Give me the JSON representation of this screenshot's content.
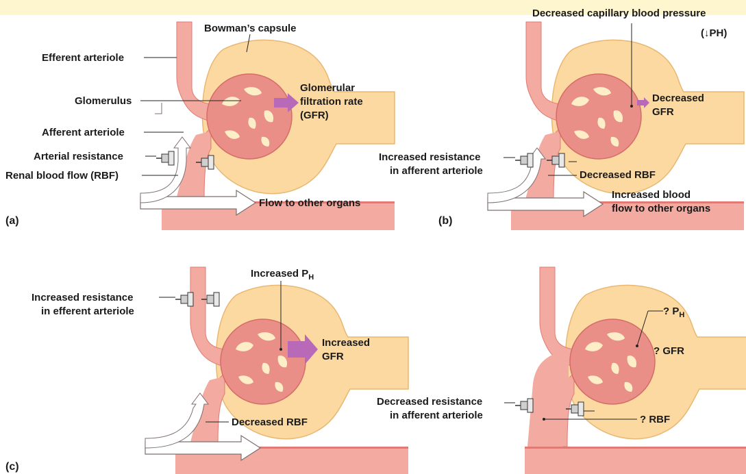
{
  "colors": {
    "vessel": "#f2aaa1",
    "vessel_edge": "#e07a74",
    "glomerulus": "#ea8f88",
    "capsule": "#fbd9a0",
    "capsule_edge": "#e9b772",
    "hole": "#fdeec8",
    "gfr_arrow": "#b86ab8",
    "top_band": "#fdf6cf"
  },
  "panel_a": {
    "letter": "(a)",
    "bowmans_capsule": "Bowman’s capsule",
    "efferent_arteriole": "Efferent arteriole",
    "glomerulus": "Glomerulus",
    "gfr_line1": "Glomerular",
    "gfr_line2": "filtration rate",
    "gfr_line3": "(GFR)",
    "afferent_arteriole": "Afferent arteriole",
    "arterial_resistance": "Arterial resistance",
    "renal_blood_flow": "Renal blood flow (RBF)",
    "flow_other": "Flow to other organs"
  },
  "panel_b": {
    "letter": "(b)",
    "pressure_title": "Decreased capillary blood pressure",
    "pressure_symbol": "(↓PH)",
    "gfr_line1": "Decreased",
    "gfr_line2": "GFR",
    "resistance_line1": "Increased resistance",
    "resistance_line2": "in afferent arteriole",
    "rbf": "Decreased RBF",
    "flow_line1": "Increased blood",
    "flow_line2": "flow to other organs"
  },
  "panel_c": {
    "letter": "(c)",
    "resistance_line1": "Increased resistance",
    "resistance_line2": "in efferent arteriole",
    "ph_prefix": "Increased P",
    "ph_sub": "H",
    "gfr_line1": "Increased",
    "gfr_line2": "GFR",
    "rbf": "Decreased RBF"
  },
  "panel_d": {
    "ph_prefix": "? P",
    "ph_sub": "H",
    "gfr": "? GFR",
    "resistance_line1": "Decreased resistance",
    "resistance_line2": "in afferent arteriole",
    "rbf": "? RBF"
  }
}
